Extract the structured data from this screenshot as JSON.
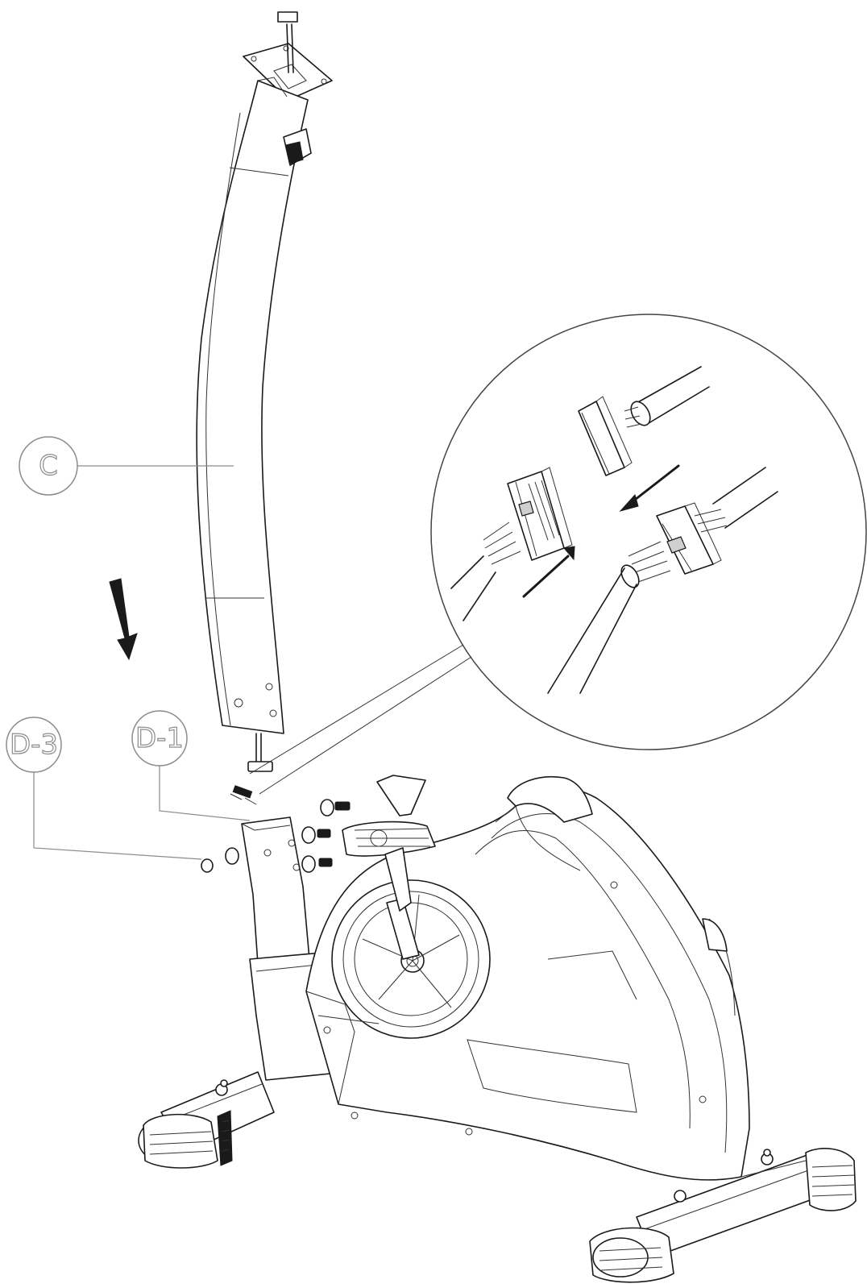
{
  "diagram": {
    "callouts": [
      {
        "id": "c",
        "label": "C"
      },
      {
        "id": "d3",
        "label": "D-3"
      },
      {
        "id": "d1",
        "label": "D-1"
      }
    ],
    "colors": {
      "line": "#1a1a1a",
      "callout": "#8c8c8c",
      "background": "#ffffff"
    },
    "icons": [
      "arrow-down-icon",
      "connector-plug-icon",
      "connector-socket-icon",
      "push-arrow-icon"
    ]
  }
}
